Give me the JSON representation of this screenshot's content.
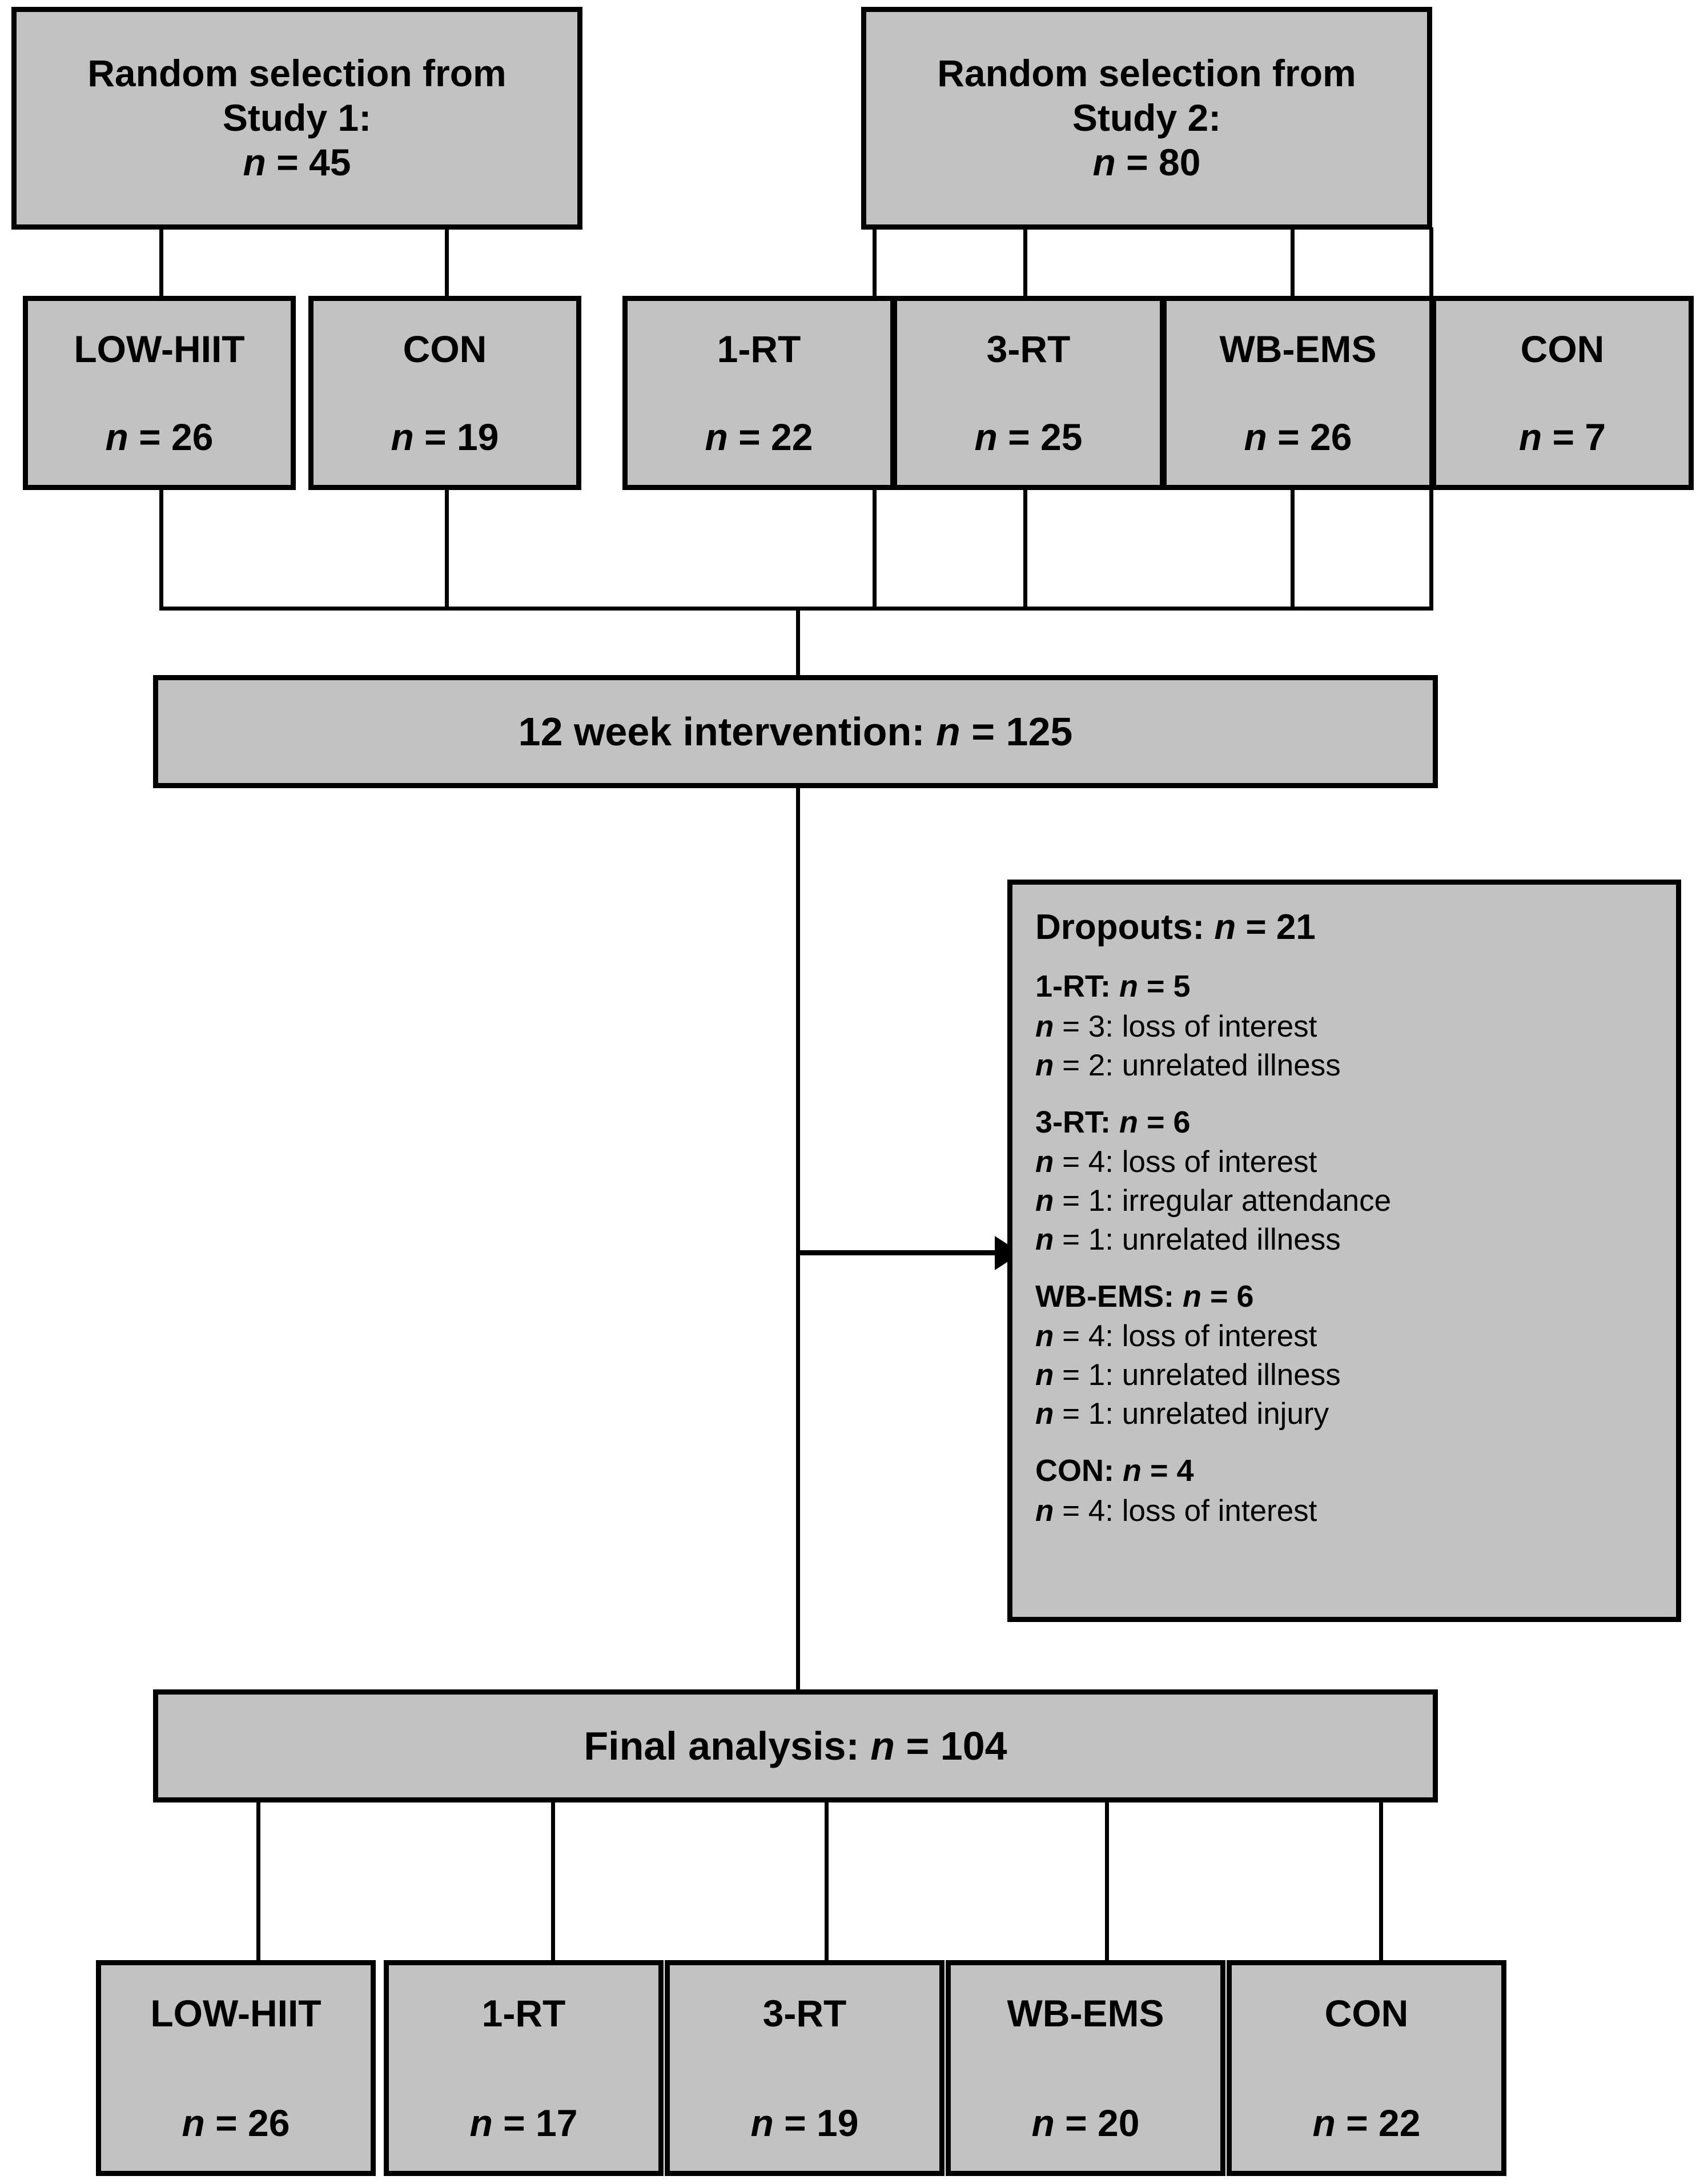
{
  "figure": {
    "type": "flowchart",
    "orientation": "top-down",
    "accent_fill": "#c2c2c2",
    "border_color": "#000000",
    "background": "#ffffff"
  },
  "sources": [
    {
      "id": "study1",
      "line1": "Random selection from",
      "line2": "Study 1:",
      "n_label": "n",
      "n_eq": " = 45"
    },
    {
      "id": "study2",
      "line1": "Random selection from",
      "line2": "Study 2:",
      "n_label": "n",
      "n_eq": " = 80"
    }
  ],
  "allocation_groups": [
    {
      "id": "low-hiit",
      "name": "LOW-HIIT",
      "n_label": "n",
      "n_eq": " = 26",
      "source": "study1"
    },
    {
      "id": "con-1",
      "name": "CON",
      "n_label": "n",
      "n_eq": " = 19",
      "source": "study1"
    },
    {
      "id": "1-rt",
      "name": "1-RT",
      "n_label": "n",
      "n_eq": " = 22",
      "source": "study2"
    },
    {
      "id": "3-rt",
      "name": "3-RT",
      "n_label": "n",
      "n_eq": " = 25",
      "source": "study2"
    },
    {
      "id": "wb-ems",
      "name": "WB-EMS",
      "n_label": "n",
      "n_eq": " = 26",
      "source": "study2"
    },
    {
      "id": "con-2",
      "name": "CON",
      "n_label": "n",
      "n_eq": " =  7",
      "source": "study2"
    }
  ],
  "intervention": {
    "prefix": "12 week intervention: ",
    "n_label": "n",
    "n_eq": " = 125"
  },
  "dropouts": {
    "title_prefix": "Dropouts: ",
    "title_n_label": "n",
    "title_n_eq": " = 21",
    "groups": [
      {
        "head_prefix": "1-RT: ",
        "head_n_label": "n",
        "head_n_eq": " = 5",
        "items": [
          {
            "n_label": "n",
            "text": " = 3: loss of interest"
          },
          {
            "n_label": "n",
            "text": " = 2: unrelated illness"
          }
        ]
      },
      {
        "head_prefix": "3-RT: ",
        "head_n_label": "n",
        "head_n_eq": " = 6",
        "items": [
          {
            "n_label": "n",
            "text": " = 4: loss of interest"
          },
          {
            "n_label": "n",
            "text": " = 1: irregular attendance"
          },
          {
            "n_label": "n",
            "text": " = 1: unrelated illness"
          }
        ]
      },
      {
        "head_prefix": "WB-EMS: ",
        "head_n_label": "n",
        "head_n_eq": " = 6",
        "items": [
          {
            "n_label": "n",
            "text": " = 4: loss of interest"
          },
          {
            "n_label": "n",
            "text": " = 1: unrelated illness"
          },
          {
            "n_label": "n",
            "text": " = 1: unrelated injury"
          }
        ]
      },
      {
        "head_prefix": "CON: ",
        "head_n_label": "n",
        "head_n_eq": " = 4",
        "items": [
          {
            "n_label": "n",
            "text": " = 4: loss of interest"
          }
        ]
      }
    ]
  },
  "final_analysis": {
    "prefix": "Final analysis: ",
    "n_label": "n",
    "n_eq": " = 104"
  },
  "final_groups": [
    {
      "id": "f-low-hiit",
      "name": "LOW-HIIT",
      "n_label": "n",
      "n_eq": " = 26"
    },
    {
      "id": "f-1-rt",
      "name": "1-RT",
      "n_label": "n",
      "n_eq": " = 17"
    },
    {
      "id": "f-3-rt",
      "name": "3-RT",
      "n_label": "n",
      "n_eq": " = 19"
    },
    {
      "id": "f-wb-ems",
      "name": "WB-EMS",
      "n_label": "n",
      "n_eq": " = 20"
    },
    {
      "id": "f-con",
      "name": "CON",
      "n_label": "n",
      "n_eq": " = 22"
    }
  ]
}
